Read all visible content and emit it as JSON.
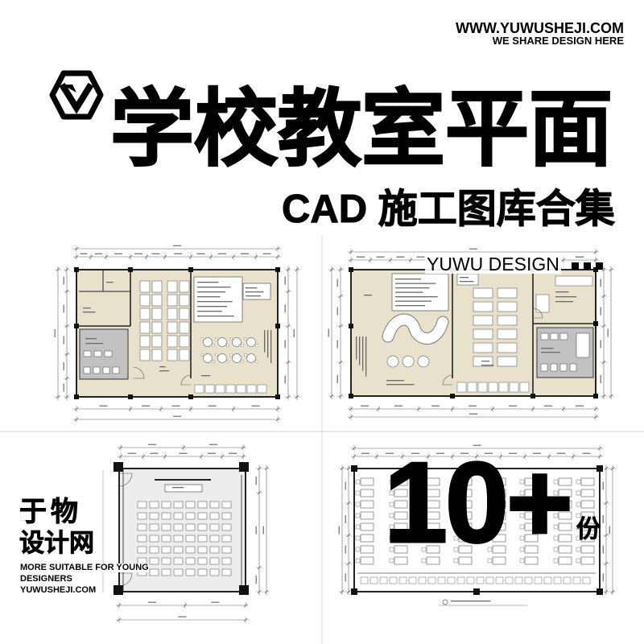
{
  "header": {
    "site_url": "WWW.YUWUSHEJI.COM",
    "tagline": "WE SHARE DESIGN HERE",
    "logo_icon": "hexagon-v-logo-icon"
  },
  "hero": {
    "title": "学校教室平面",
    "subtitle": "CAD 施工图库合集"
  },
  "watermark": {
    "text": "YUWU DESIGN"
  },
  "count_badge": {
    "value": "10+",
    "unit": "份"
  },
  "brand": {
    "name_line1": "于物",
    "name_line2": "设计网",
    "slogan_line1": "MORE SUITABLE FOR YOUNG",
    "slogan_line2": "DESIGNERS",
    "domain": "YUWUSHEJI.COM"
  },
  "colors": {
    "text": "#000000",
    "room_fill": "#e8e2cc",
    "toilet_fill": "#c2c2c2",
    "classroom_fill": "#ededed",
    "line": "#666666",
    "wall": "#222222",
    "divider": "#d0d0d0"
  }
}
